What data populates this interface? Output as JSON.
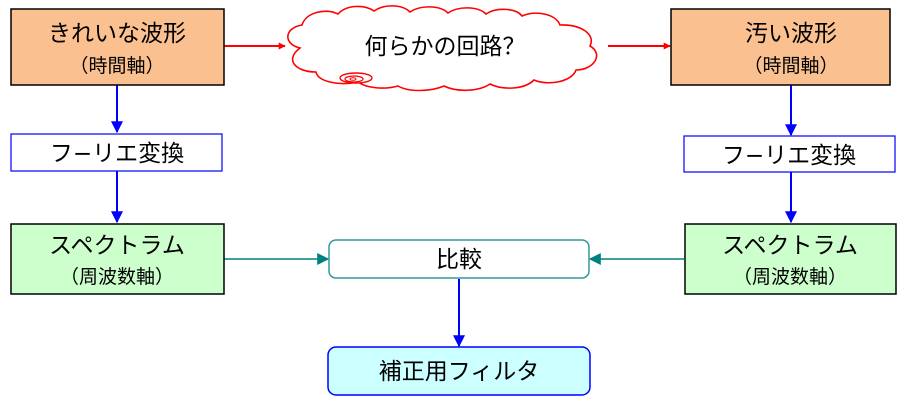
{
  "diagram": {
    "clean_wave": {
      "title": "きれいな波形",
      "subtitle": "（時間軸）"
    },
    "circuit": {
      "label": "何らかの回路？"
    },
    "dirty_wave": {
      "title": "汚い波形",
      "subtitle": "（時間軸）"
    },
    "fft_left": {
      "label": "フ−リエ変換"
    },
    "fft_right": {
      "label": "フ−リエ変換"
    },
    "spectrum_left": {
      "title": "スペクトラム",
      "subtitle": "（周波数軸）"
    },
    "spectrum_right": {
      "title": "スペクトラム",
      "subtitle": "（周波数軸）"
    },
    "compare": {
      "label": "比較"
    },
    "filter": {
      "label": "補正用フィルタ"
    }
  },
  "colors": {
    "orange_box": "#fac090",
    "green_box": "#ccffcc",
    "blue_box": "#ccffff",
    "compare_border": "#339999",
    "arrow_red": "#ff0000",
    "arrow_blue": "#0000ff",
    "arrow_teal": "#008080",
    "cloud_stroke": "#ff0000"
  }
}
